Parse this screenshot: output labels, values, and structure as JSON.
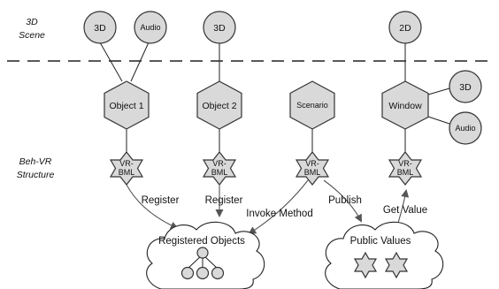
{
  "side_labels": {
    "scene_line1": "3D",
    "scene_line2": "Scene",
    "structure_line1": "Beh-VR",
    "structure_line2": "Structure"
  },
  "scene_nodes": {
    "obj1_3d": "3D",
    "obj1_audio": "Audio",
    "obj2_3d": "3D",
    "window_2d": "2D"
  },
  "objects": {
    "object1": "Object 1",
    "object2": "Object 2",
    "scenario": "Scenario",
    "window": "Window",
    "window_3d": "3D",
    "window_audio": "Audio"
  },
  "vrbml": {
    "line1": "VR-",
    "line2": "BML"
  },
  "edge_labels": {
    "register1": "Register",
    "register2": "Register",
    "invoke": "Invoke Method",
    "publish": "Publish",
    "get_value": "Get Value"
  },
  "clouds": {
    "registered": "Registered Objects",
    "public": "Public Values"
  },
  "colors": {
    "node_fill": "#d9d9d9",
    "stroke": "#333333",
    "arrow": "#555555"
  }
}
